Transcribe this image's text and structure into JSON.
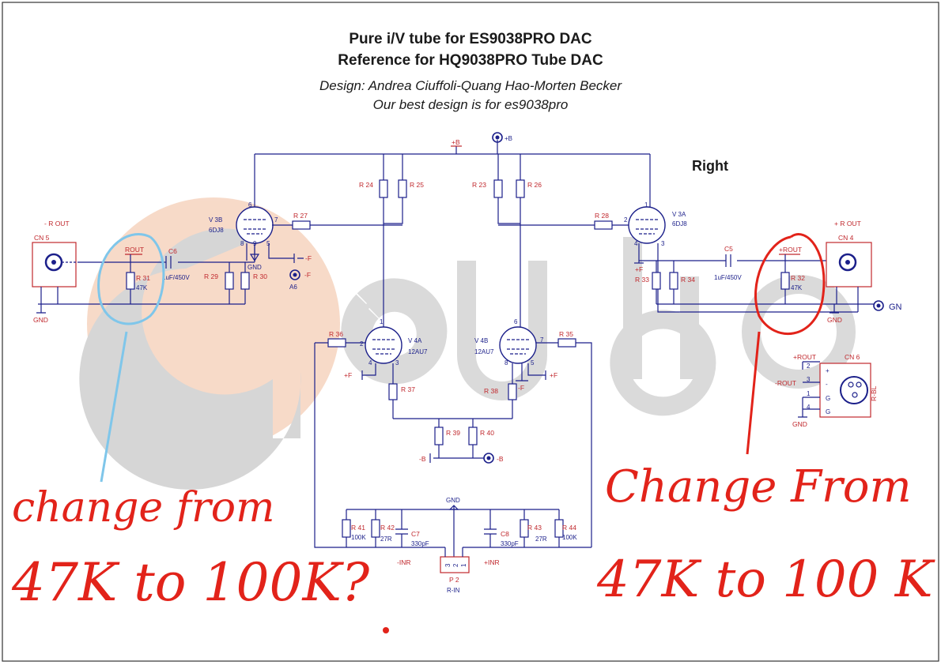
{
  "title": {
    "line1": "Pure i/V tube for ES9038PRO DAC",
    "line2": "Reference for HQ9038PRO Tube DAC",
    "line3": "Design: Andrea Ciuffoli-Quang Hao-Morten Becker",
    "line4": "Our best design is for es9038pro"
  },
  "channel_label": "Right",
  "watermark_text": "q audio",
  "annotations": {
    "left_line1": "change from",
    "left_line2": "47K to 100K?",
    "right_line1": "Change From",
    "right_line2": "47K to 100 K"
  },
  "power": {
    "plus_b": "+B",
    "plus_b_node": "+B",
    "minus_b": "-B",
    "minus_b_node": "-B",
    "minus_f": "-F",
    "minus_f_node": "-F",
    "plus_f": "+F",
    "gnd": "GND",
    "gn": "GN",
    "a6": "A6",
    "minus_inr": "-INR",
    "plus_inr": "+INR"
  },
  "tubes": {
    "v3b": {
      "ref": "V 3B",
      "type": "6DJ8"
    },
    "v3a": {
      "ref": "V 3A",
      "type": "6DJ8"
    },
    "v4a": {
      "ref": "V 4A",
      "type": "12AU7"
    },
    "v4b": {
      "ref": "V 4B",
      "type": "12AU7"
    }
  },
  "connectors": {
    "cn5": {
      "ref": "CN 5",
      "label": "- R OUT"
    },
    "cn4": {
      "ref": "CN 4",
      "label": "+ R OUT"
    },
    "cn6": {
      "ref": "CN 6",
      "label": "R-BL",
      "plus_rout": "+ROUT",
      "minus_rout": "-ROUT",
      "pins": [
        "2",
        "3",
        "1",
        "4"
      ],
      "signals": [
        "+",
        "-",
        "G",
        "G"
      ]
    },
    "p2": {
      "ref": "P 2",
      "label": "R-IN",
      "pins": [
        "3",
        "2",
        "1"
      ]
    }
  },
  "nets": {
    "rout": "ROUT",
    "plus_rout": "+ROUT"
  },
  "resistors": {
    "r23": "R 23",
    "r24": "R 24",
    "r25": "R 25",
    "r26": "R 26",
    "r27": "R 27",
    "r28": "R 28",
    "r29": "R 29",
    "r30": "R 30",
    "r31": "R 31",
    "r31_val": "47K",
    "r32": "R 32",
    "r32_val": "47K",
    "r33": "R 33",
    "r34": "R 34",
    "r35": "R 35",
    "r36": "R 36",
    "r37": "R 37",
    "r38": "R 38",
    "r39": "R 39",
    "r40": "R 40",
    "r41": "R 41",
    "r41_val": "100K",
    "r42": "R 42",
    "r42_val": "27R",
    "r43": "R 43",
    "r43_val": "27R",
    "r44": "R 44",
    "r44_val": "100K"
  },
  "capacitors": {
    "c5": "C5",
    "c5_val": "1uF/450V",
    "c6": "C6",
    "c6_val": "1uF/450V",
    "c7": "C7",
    "c7_val": "330pF",
    "c8": "C8",
    "c8_val": "330pF"
  },
  "pins": {
    "v3b": [
      "6",
      "7",
      "8",
      "9",
      "5"
    ],
    "v3a": [
      "1",
      "2",
      "4",
      "3"
    ],
    "v4a": [
      "1",
      "2",
      "4",
      "3"
    ],
    "v4b": [
      "6",
      "7",
      "8",
      "5"
    ]
  },
  "colors": {
    "wire": "#1b1f8a",
    "labels": "#c0282d",
    "annotation_red": "#e2231a",
    "annotation_blue": "#7fc6ea",
    "watermark_gray": "#cfcfcf",
    "watermark_peach": "#f6d4bf"
  }
}
